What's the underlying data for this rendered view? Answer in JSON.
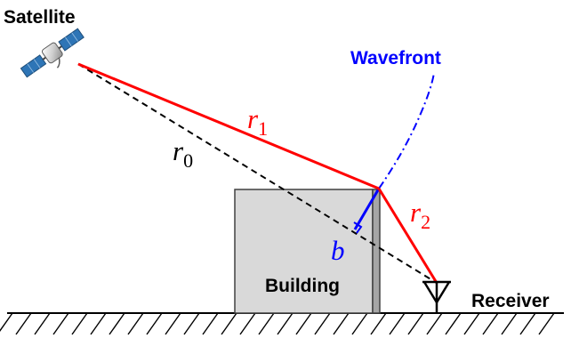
{
  "labels": {
    "satellite": "Satellite",
    "wavefront": "Wavefront",
    "building": "Building",
    "receiver": "Receiver"
  },
  "math": {
    "r1": {
      "base": "r",
      "sub": "1"
    },
    "r0": {
      "base": "r",
      "sub": "0"
    },
    "r2": {
      "base": "r",
      "sub": "2"
    },
    "b": {
      "base": "b"
    }
  },
  "colors": {
    "signal_path": "#ff0000",
    "direct_path": "#000000",
    "wavefront": "#0000ff",
    "distance_b": "#0000ff",
    "building_fill": "#d9d9d9",
    "building_edge": "#a6a6a6",
    "satellite_panel": "#2e75b6",
    "satellite_body": "#bfbfbf"
  },
  "icons": {
    "satellite": "satellite-icon",
    "receiver": "antenna-icon",
    "ground": "hatched-ground"
  }
}
